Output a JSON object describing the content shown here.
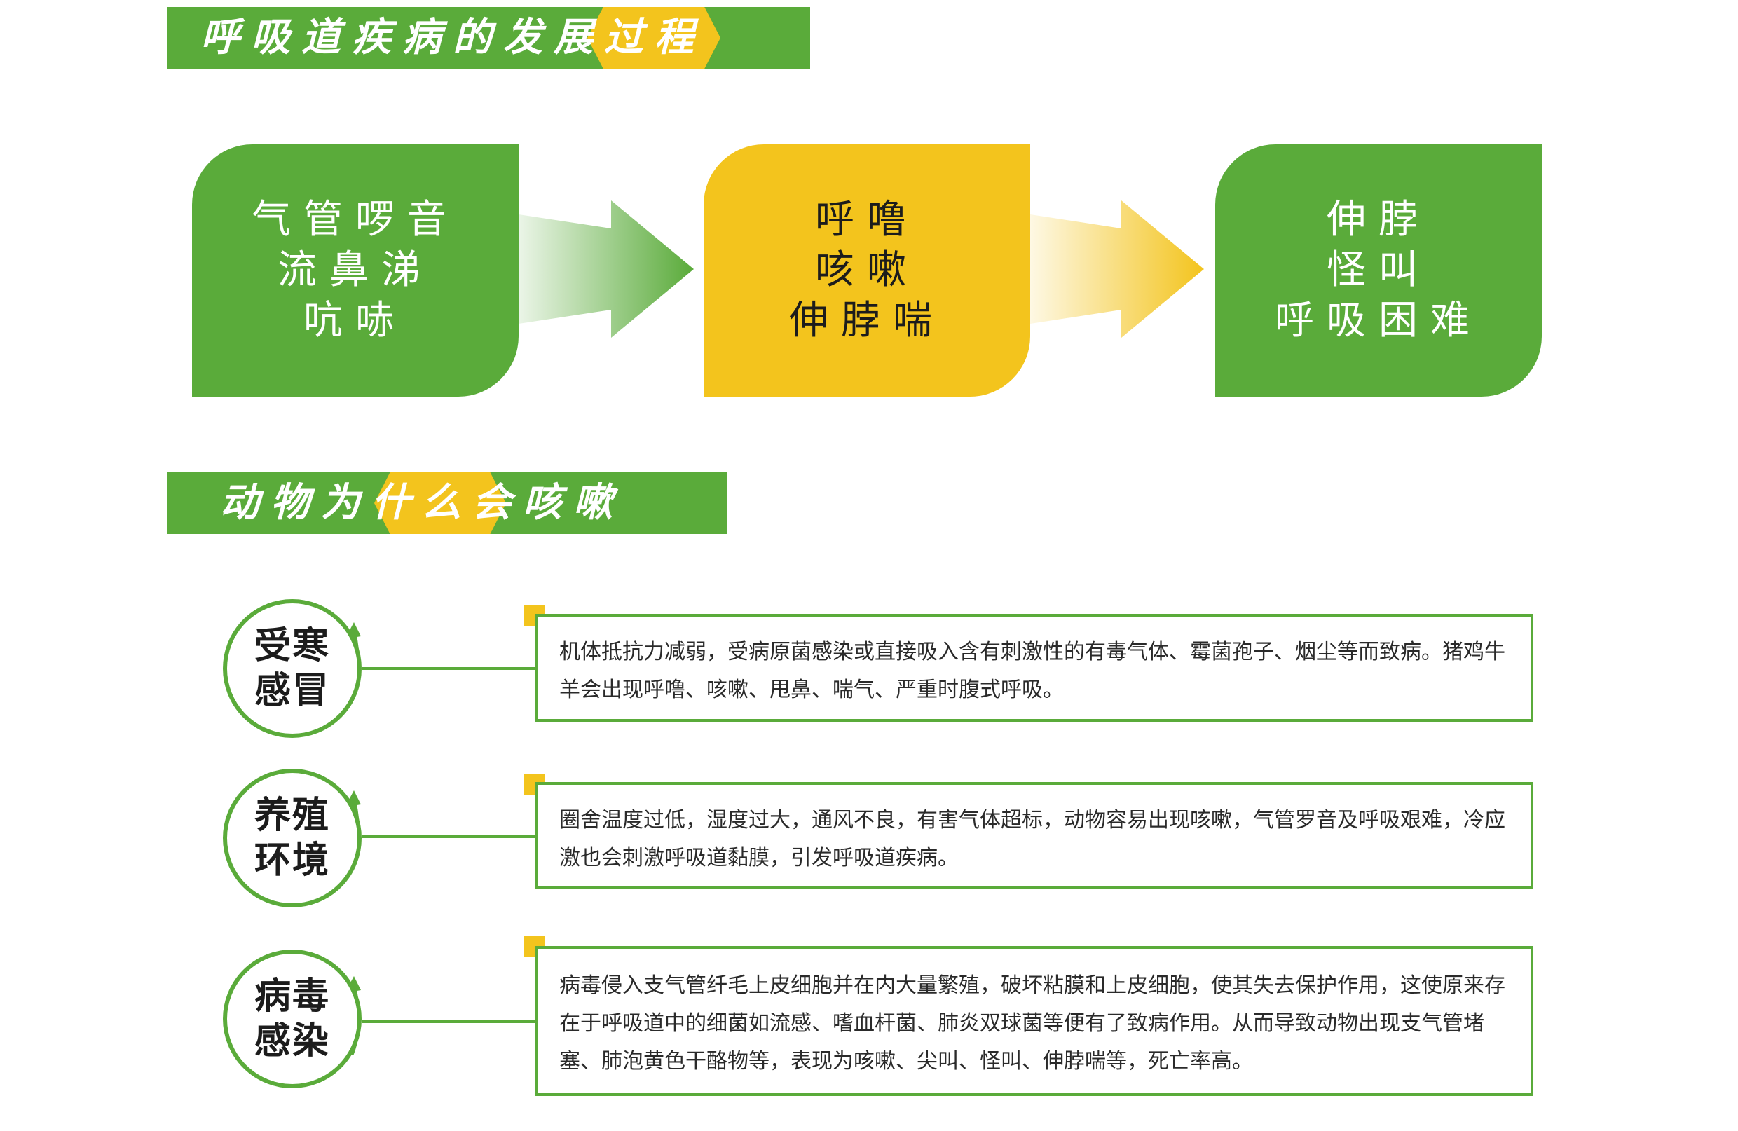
{
  "section1": {
    "title": "呼吸道疾病的发展过程"
  },
  "stages": [
    {
      "lines": [
        "气管啰音",
        "流鼻涕",
        "吭哧"
      ]
    },
    {
      "lines": [
        "呼噜",
        "咳嗽",
        "伸脖喘"
      ]
    },
    {
      "lines": [
        "伸脖",
        "怪叫",
        "呼吸困难"
      ]
    }
  ],
  "section2": {
    "title": "动物为什么会咳嗽"
  },
  "causes": [
    {
      "label": [
        "受寒",
        "感冒"
      ],
      "text": "机体抵抗力减弱，受病原菌感染或直接吸入含有刺激性的有毒气体、霉菌孢子、烟尘等而致病。猪鸡牛羊会出现呼噜、咳嗽、甩鼻、喘气、严重时腹式呼吸。"
    },
    {
      "label": [
        "养殖",
        "环境"
      ],
      "text": "圈舍温度过低，湿度过大，通风不良，有害气体超标，动物容易出现咳嗽，气管罗音及呼吸艰难，冷应激也会刺激呼吸道黏膜，引发呼吸道疾病。"
    },
    {
      "label": [
        "病毒",
        "感染"
      ],
      "text": "病毒侵入支气管纤毛上皮细胞并在内大量繁殖，破坏粘膜和上皮细胞，使其失去保护作用，这使原来存在于呼吸道中的细菌如流感、嗜血杆菌、肺炎双球菌等便有了致病作用。从而导致动物出现支气管堵塞、肺泡黄色干酪物等，表现为咳嗽、尖叫、怪叫、伸脖喘等，死亡率高。"
    }
  ],
  "colors": {
    "green": "#5aab3a",
    "yellow": "#f3c41d"
  }
}
